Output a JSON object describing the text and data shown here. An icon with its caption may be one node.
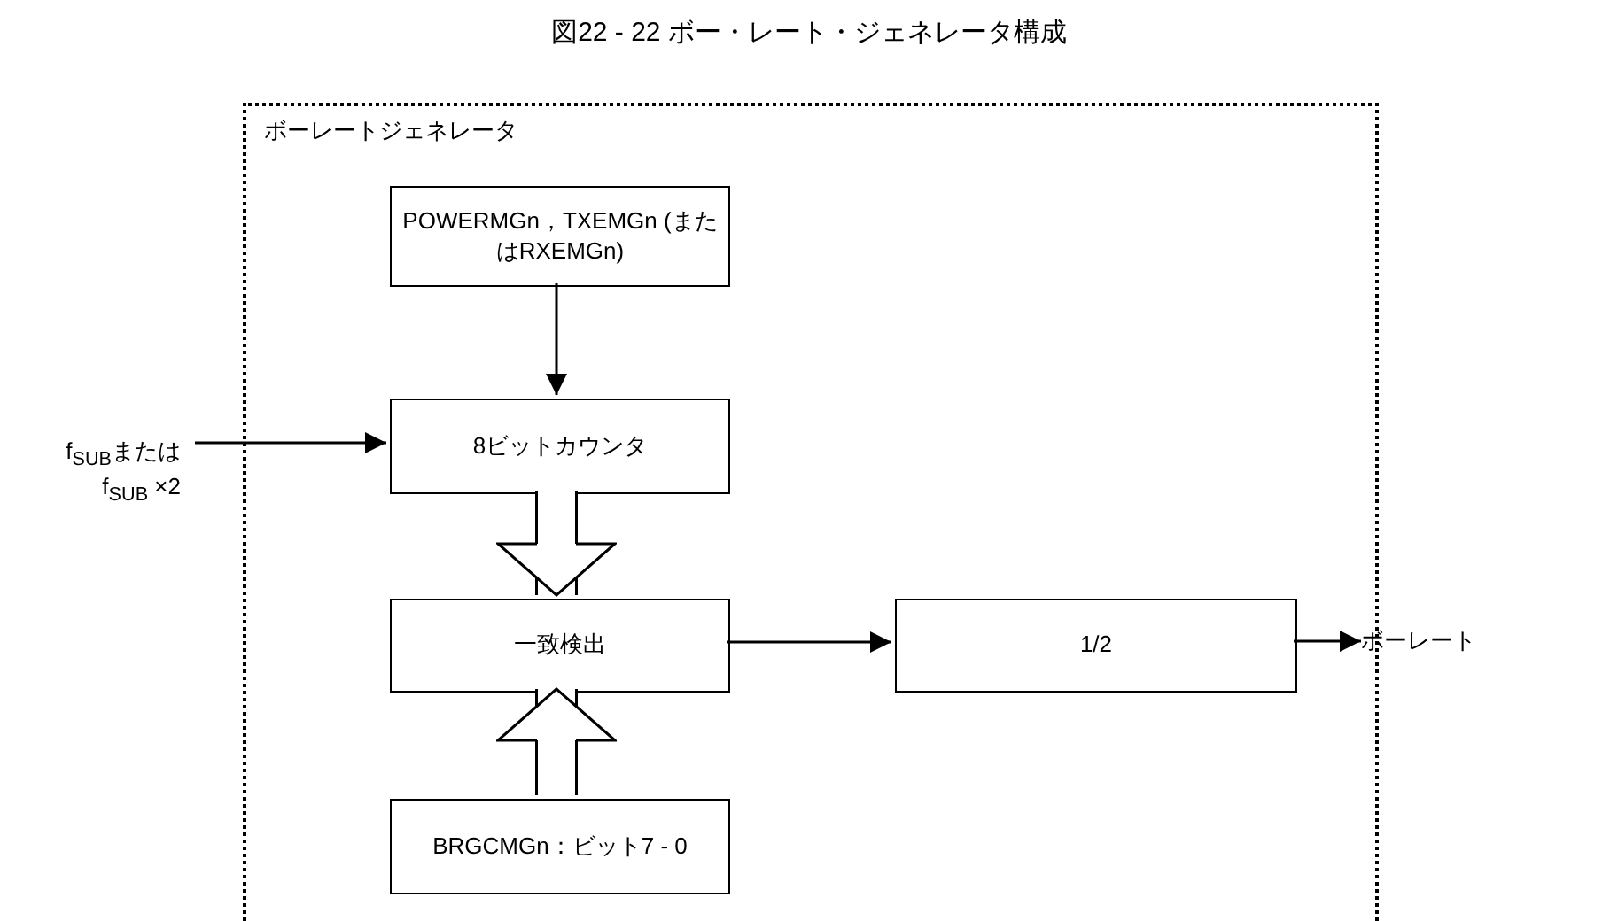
{
  "diagram": {
    "title": "図22 - 22 ボー・レート・ジェネレータ構成",
    "nodes": [
      {
        "text": [
          "ボーレートジェネレータ"
        ]
      },
      {
        "text": [
          "POWERMGn，TXEMGn (またはRXEMGn)"
        ],
        "in": 0
      },
      {
        "text": [
          "8ビットカウンタ"
        ],
        "in": 0
      },
      {
        "text": [
          "一致検出"
        ],
        "in": 0
      },
      {
        "text": [
          "1/2"
        ],
        "in": 0
      },
      {
        "text": [
          "BRGCMGn：ビット7 - 0"
        ],
        "in": 0
      },
      {
        "text": [
          "f$_{SUB}$または f$_{SUB}$ ×2"
        ]
      },
      {
        "text": [
          "ボーレート"
        ]
      }
    ],
    "edges": [
      {
        "from": 1,
        "to": 2,
        "arrow": "to"
      },
      {
        "from": 6,
        "to": 2,
        "arrow": "to"
      },
      {
        "from": 2,
        "to": 3,
        "arrow": "to",
        "style": "thick"
      },
      {
        "from": 5,
        "to": 3,
        "arrow": "to",
        "style": "thick"
      },
      {
        "from": 3,
        "to": 4,
        "arrow": "to"
      },
      {
        "from": 4,
        "to": 7,
        "arrow": "to"
      }
    ]
  }
}
